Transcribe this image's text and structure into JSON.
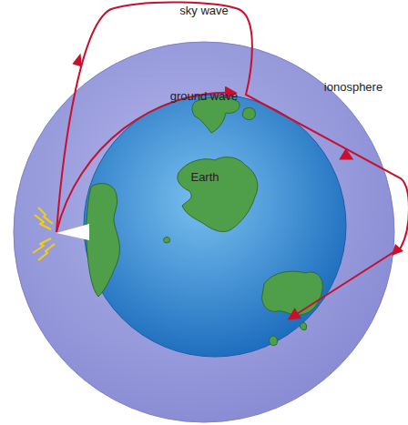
{
  "diagram": {
    "nodes": [
      {
        "text": [
          "ionosphere"
        ]
      },
      {
        "text": [
          "Earth"
        ],
        "in": 0
      }
    ],
    "labels": [
      "sky wave",
      "ground wave"
    ]
  }
}
